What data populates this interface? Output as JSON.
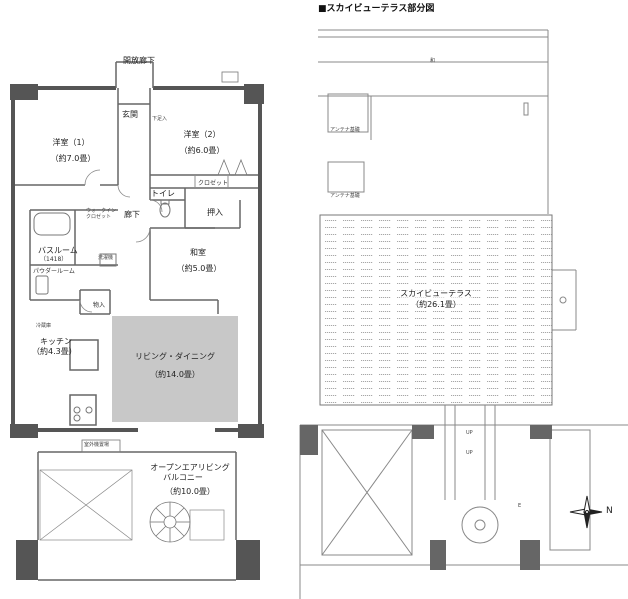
{
  "header": {
    "title": "■スカイビューテラス部分図"
  },
  "corridor": {
    "label": "開放廊下"
  },
  "rooms": {
    "western1": {
      "name": "洋室（1）",
      "size": "（約7.0畳）"
    },
    "western2": {
      "name": "洋室（2）",
      "size": "（約6.0畳）"
    },
    "entrance": "玄関",
    "hall": "廊下",
    "toilet": "トイレ",
    "closet": "クロゼット",
    "oshiire": "押入",
    "walkin": "ウォークイン クロゼット",
    "bath": {
      "name": "バスルーム",
      "size": "（1418）"
    },
    "powder": "パウダールーム",
    "japanese": {
      "name": "和室",
      "size": "（約5.0畳）"
    },
    "kitchen": {
      "name": "キッチン",
      "size": "（約4.3畳）"
    },
    "living": {
      "name": "リビング・ダイニング",
      "size": "（約14.0畳）"
    },
    "storage": "物入",
    "balcony": {
      "name": "オープンエアリビング",
      "sub": "バルコニー",
      "size": "（約10.0畳）"
    },
    "skyterrace": {
      "name": "スカイビューテラス",
      "size": "（約26.1畳）"
    }
  },
  "small_notes": {
    "shoe": "下足入",
    "wash": "洗濯機",
    "fridge": "冷蔵庫",
    "outdoor_unit": "室外機置場",
    "antenna1": "アンテナ基礎",
    "antenna2": "アンテナ基礎",
    "mark_wa": "和",
    "mark_e": "E",
    "mark_up1": "UP",
    "mark_up2": "UP"
  },
  "compass": {
    "label": "N"
  },
  "colors": {
    "wall": "#555555",
    "living_fill": "#c8c8c8",
    "line": "#666666",
    "hatch": "#9a9a9a"
  }
}
